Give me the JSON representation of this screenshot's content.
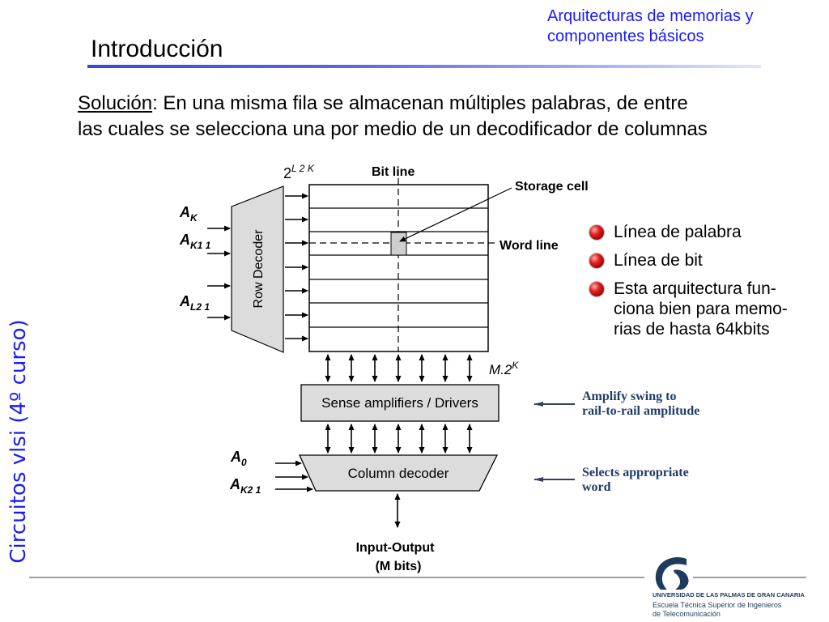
{
  "header": {
    "course_line1": "Arquitecturas de memorias y",
    "course_line2": "componentes básicos"
  },
  "title": "Introducción",
  "sidebar": {
    "label": "Circuitos vlsi (4º curso)"
  },
  "intro": {
    "lead": "Solución",
    "line1_rest": ": En una misma fila se almacenan múltiples palabras, de entre",
    "line2": "las cuales se selecciona una por medio de un decodificador de columnas"
  },
  "diagram": {
    "row_decoder": "Row Decoder",
    "bit_line": "Bit line",
    "storage_cell": "Storage cell",
    "word_line": "Word line",
    "top_label": "2",
    "top_exp": "L 2 K",
    "mk_label": "M.2",
    "mk_exp": "K",
    "sense_amp": "Sense amplifiers / Drivers",
    "column_decoder": "Column decoder",
    "io_line1": "Input-Output",
    "io_line2": "(M bits)",
    "inputs_row": [
      {
        "base": "A",
        "sub": "K"
      },
      {
        "base": "A",
        "sub": "K1 1"
      },
      {
        "base": "A",
        "sub": "L2 1"
      }
    ],
    "inputs_col": [
      {
        "base": "A",
        "sub": "0"
      },
      {
        "base": "A",
        "sub": "K2 1"
      }
    ]
  },
  "bullets": [
    {
      "lines": [
        "Línea de palabra"
      ]
    },
    {
      "lines": [
        "Línea de bit"
      ]
    },
    {
      "lines": [
        "Esta arquitectura fun-",
        "ciona bien para memo-",
        "rias de hasta 64kbits"
      ]
    }
  ],
  "notes": {
    "amplify_line1": "Amplify swing to",
    "amplify_line2": "rail-to-rail amplitude",
    "selects_line1": "Selects appropriate",
    "selects_line2": "word"
  },
  "footer": {
    "university": "UNIVERSIDAD DE LAS PALMAS DE GRAN CANARIA",
    "school_line1": "Escuela Técnica Superior de Ingenieros",
    "school_line2": "de Telecomunicación"
  },
  "colors": {
    "accent_blue": "#1a1aff",
    "note_navy": "#1f3b66",
    "bullet_red": "#cc1111"
  }
}
